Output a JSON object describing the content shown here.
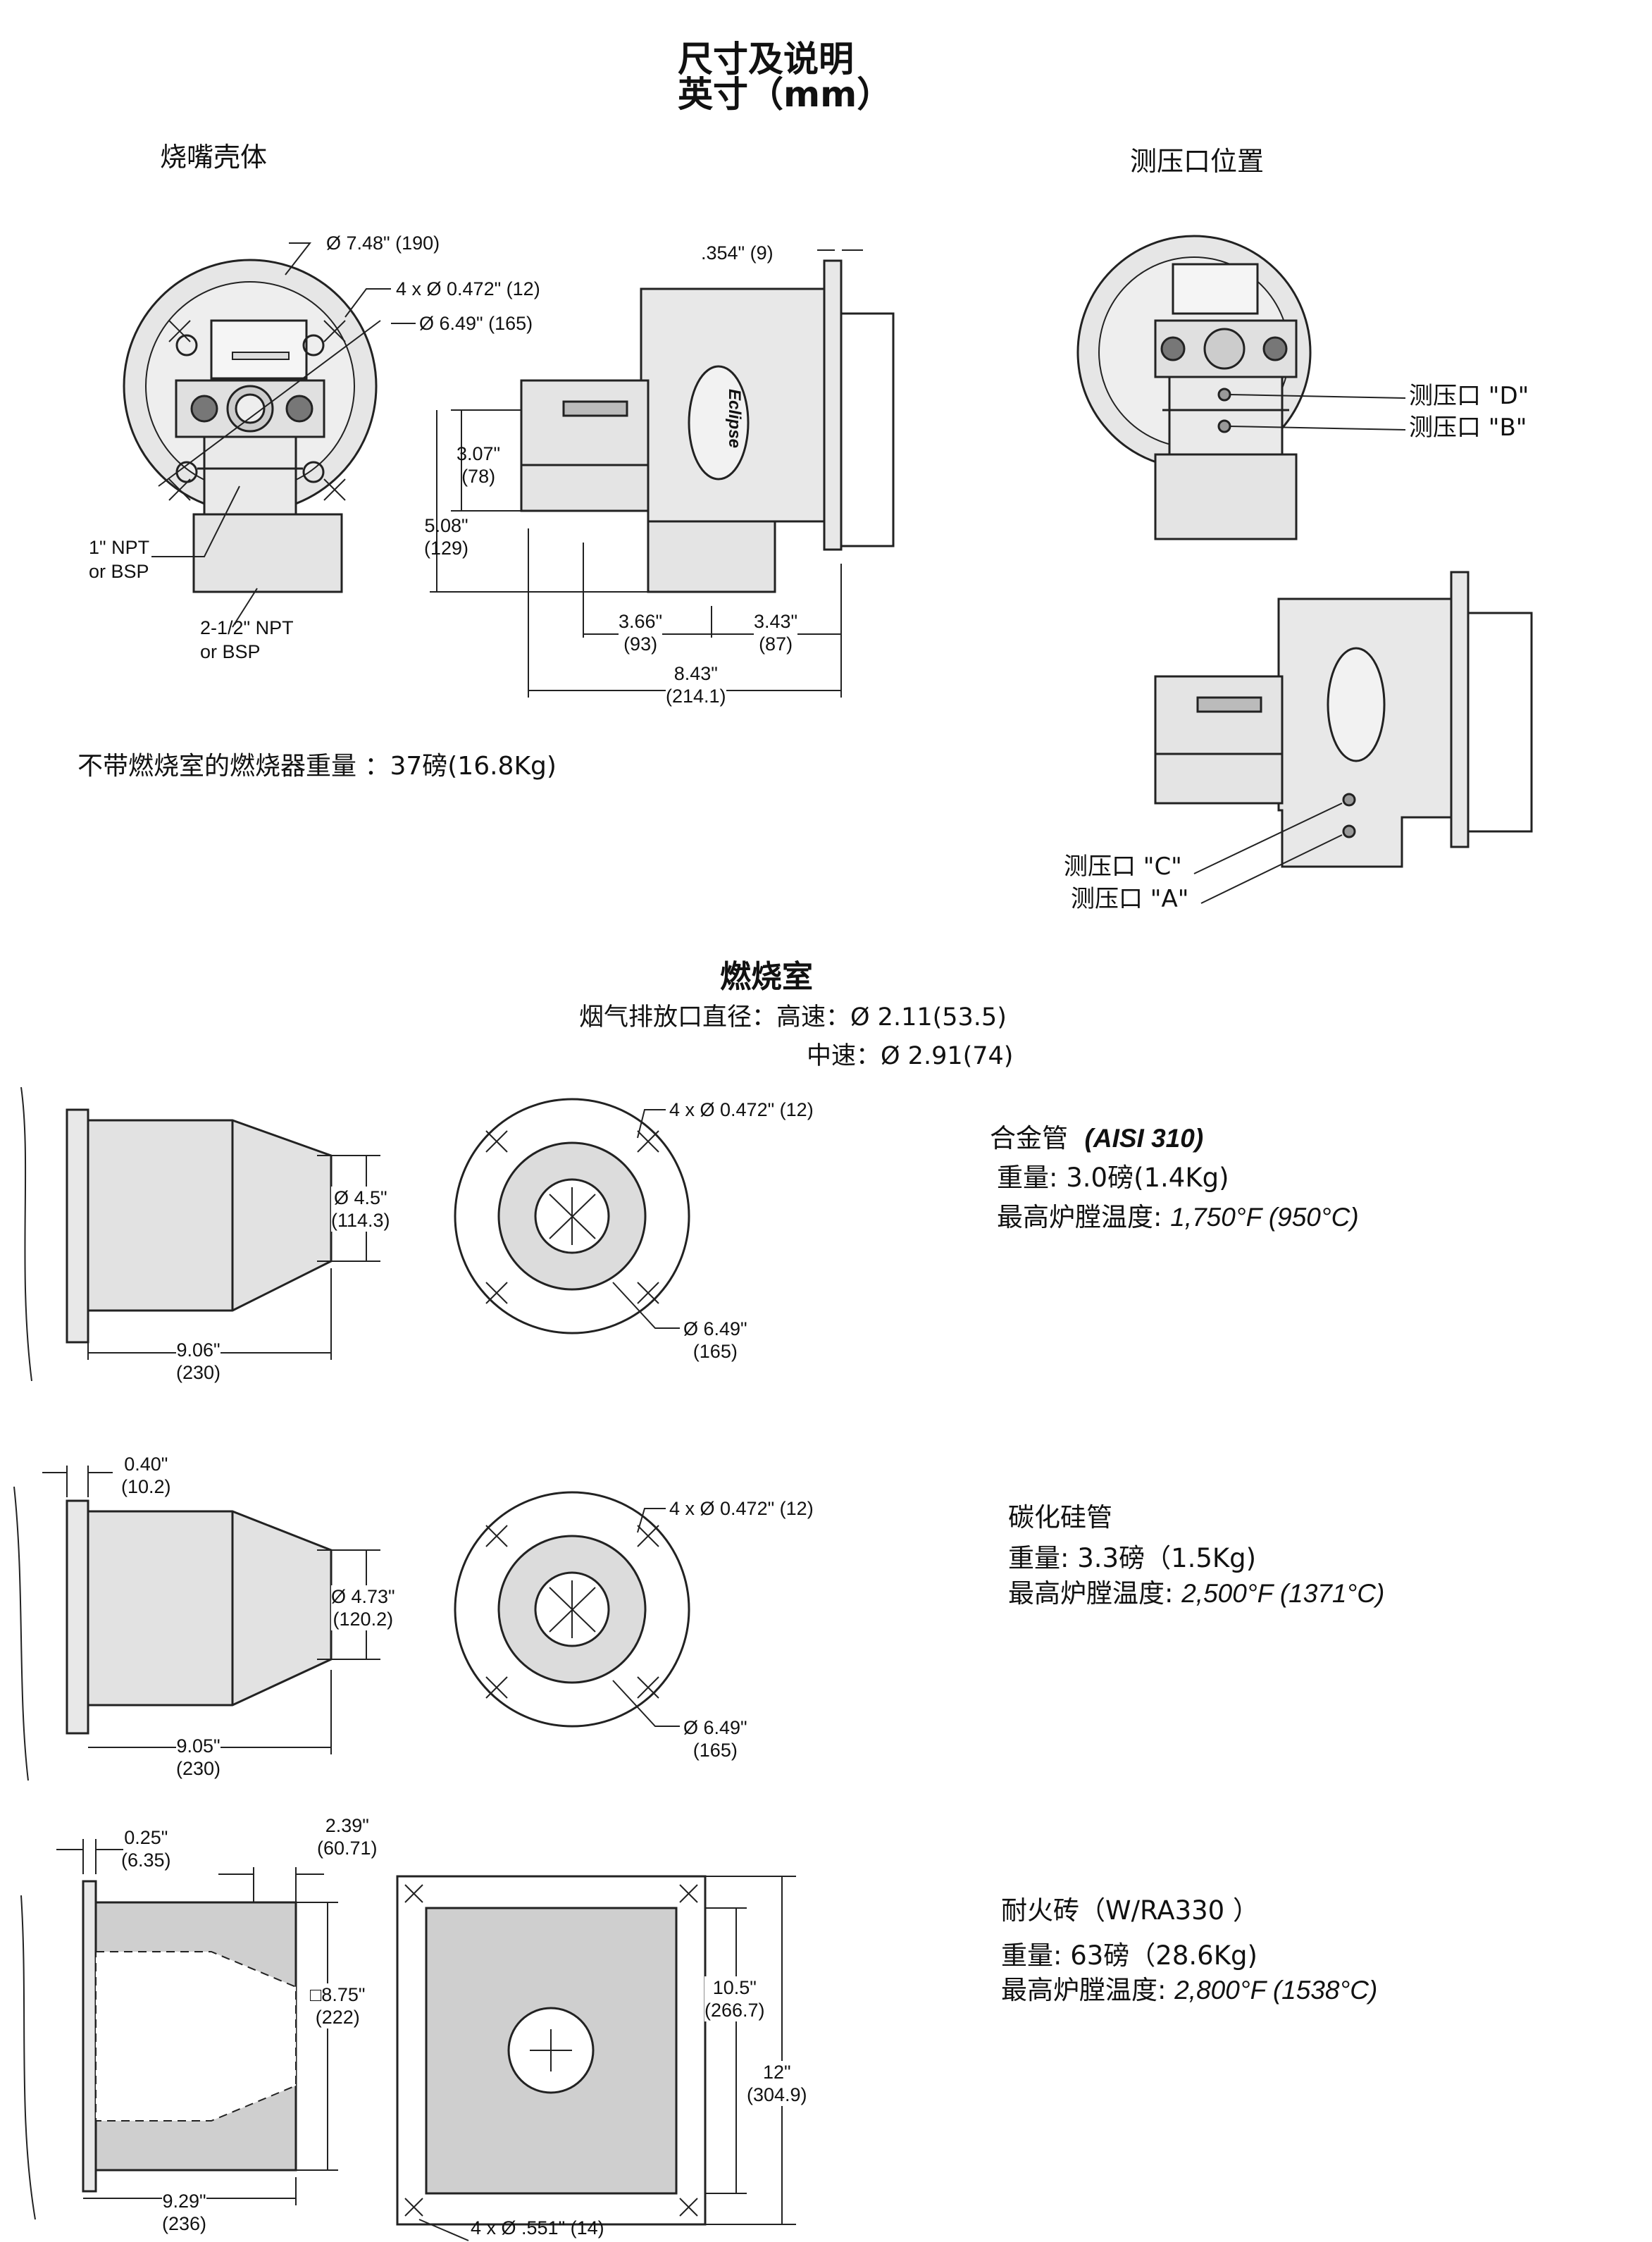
{
  "header": {
    "title_line1": "尺寸及说明",
    "title_line2": "英寸（mm）"
  },
  "housing": {
    "heading": "烧嘴壳体",
    "front_view": {
      "outer_diameter": "Ø 7.48\" (190)",
      "bolt_holes": "4 x Ø 0.472\" (12)",
      "bolt_circle": "Ø 6.49\" (165)",
      "inlet_small": [
        "1\" NPT",
        "or BSP"
      ],
      "inlet_large": [
        "2-1/2\" NPT",
        "or BSP"
      ]
    },
    "side_view": {
      "flange_thickness": ".354\" (9)",
      "h1": [
        "3.07\"",
        "(78)"
      ],
      "h2": [
        "5.08\"",
        "(129)"
      ],
      "w1": [
        "3.66\"",
        "(93)"
      ],
      "w2": [
        "3.43\"",
        "(87)"
      ],
      "total": [
        "8.43\"",
        "(214.1)"
      ],
      "logo": "Eclipse"
    },
    "weight_note": "不带燃烧室的燃烧器重量 ：37磅(16.8Kg)"
  },
  "pressure_ports": {
    "heading": "测压口位置",
    "port_d": "测压口 \"D\"",
    "port_b": "测压口 \"B\"",
    "port_c": "测压口 \"C\"",
    "port_a": "测压口 \"A\""
  },
  "combustor": {
    "heading": "燃烧室",
    "exhaust_label": "烟气排放口直径：高速：Ø 2.11(53.5)",
    "exhaust_mid": "中速：Ø 2.91(74)",
    "alloy": {
      "diameter": [
        "Ø 4.5\"",
        "(114.3)"
      ],
      "length": [
        "9.06\"",
        "(230)"
      ],
      "bolt_holes": "4 x Ø 0.472\" (12)",
      "bolt_circle": [
        "Ø 6.49\"",
        "(165)"
      ],
      "name": "合金管",
      "spec": "(AISI 310)",
      "weight": "重量: 3.0磅(1.4Kg)",
      "temp_label": "最高炉膛温度:",
      "temp_value": "1,750°F (950°C)"
    },
    "sic": {
      "flange": [
        "0.40\"",
        "(10.2)"
      ],
      "diameter": [
        "Ø 4.73\"",
        "(120.2)"
      ],
      "length": [
        "9.05\"",
        "(230)"
      ],
      "bolt_holes": "4 x Ø 0.472\" (12)",
      "bolt_circle": [
        "Ø 6.49\"",
        "(165)"
      ],
      "name": "碳化硅管",
      "weight": "重量: 3.3磅（1.5Kg)",
      "temp_label": "最高炉膛温度:",
      "temp_value": "2,500°F (1371°C)"
    },
    "refractory": {
      "flange": [
        "0.25\"",
        "(6.35)"
      ],
      "depth": [
        "2.39\"",
        "(60.71)"
      ],
      "square": [
        "□8.75\"",
        "(222)"
      ],
      "length": [
        "9.29\"",
        "(236)"
      ],
      "inner": [
        "10.5\"",
        "(266.7)"
      ],
      "outer": [
        "12\"",
        "(304.9)"
      ],
      "holes": "4 x Ø .551\" (14)",
      "name": "耐火砖（W/RA330 ）",
      "weight": "重量: 63磅（28.6Kg)",
      "temp_label": "最高炉膛温度:",
      "temp_value": "2,800°F (1538°C)"
    }
  }
}
